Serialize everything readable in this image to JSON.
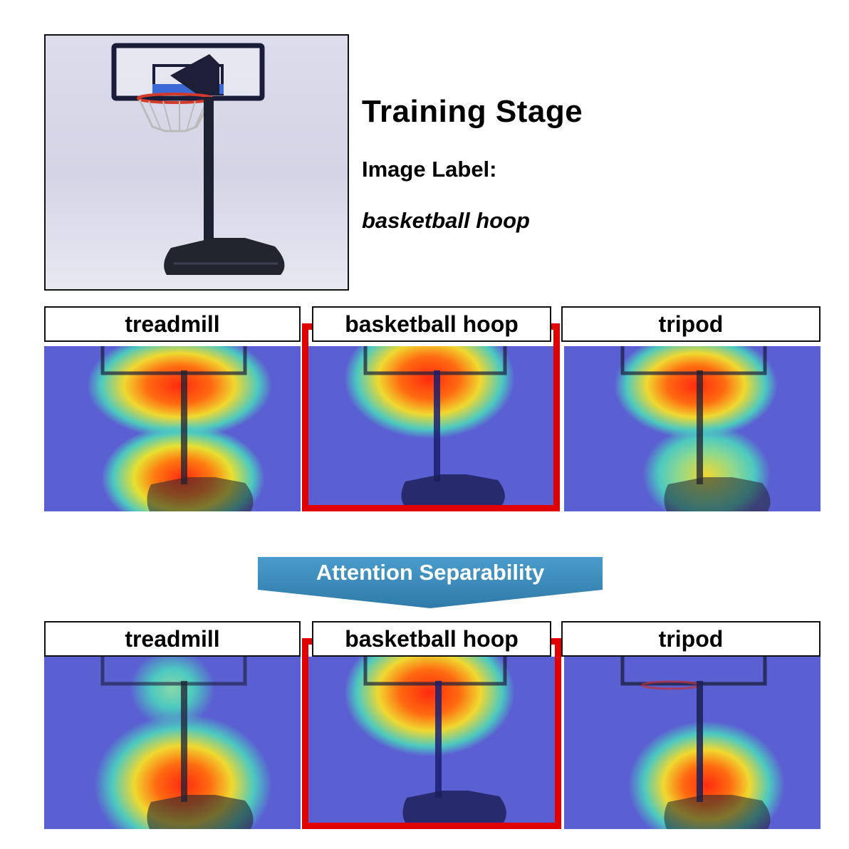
{
  "header": {
    "title": "Training Stage",
    "label_heading": "Image Label:",
    "label_value": "basketball hoop"
  },
  "arrow": {
    "label": "Attention Separability"
  },
  "rows": [
    {
      "panels": [
        {
          "label": "treadmill"
        },
        {
          "label": "basketball hoop",
          "selected": true
        },
        {
          "label": "tripod"
        }
      ]
    },
    {
      "panels": [
        {
          "label": "treadmill"
        },
        {
          "label": "basketball hoop",
          "selected": true
        },
        {
          "label": "tripod"
        }
      ]
    }
  ],
  "colors": {
    "selection": "#e00000",
    "arrow": "#3a8cb8"
  }
}
